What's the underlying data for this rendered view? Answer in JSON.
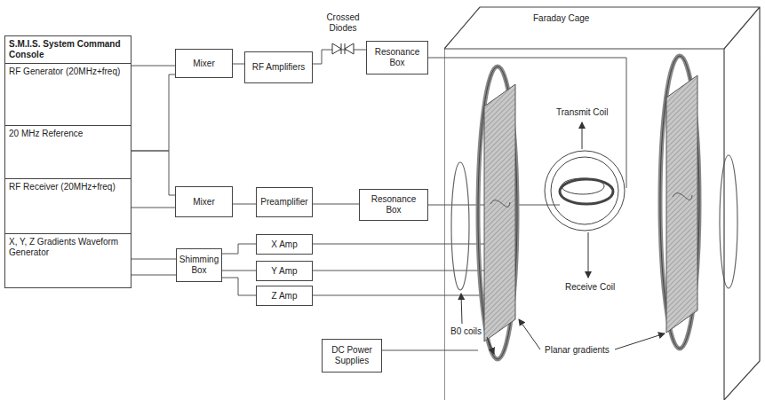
{
  "diagram": {
    "nodes": [
      {
        "text": [
          "S.M.I.S. System Command Console"
        ]
      },
      {
        "text": [
          "RF Generator (20MHz+freq)"
        ],
        "in": 0
      },
      {
        "text": [
          "20 MHz Reference"
        ],
        "in": 0
      },
      {
        "text": [
          "RF Receiver (20MHz+freq)"
        ],
        "in": 0
      },
      {
        "text": [
          "X, Y, Z Gradients Waveform Generator"
        ],
        "in": 0
      },
      {
        "text": [
          "Mixer"
        ]
      },
      {
        "text": [
          "RF Amplifiers"
        ]
      },
      {
        "text": [
          "Resonance Box"
        ]
      },
      {
        "text": [
          "Mixer"
        ]
      },
      {
        "text": [
          "Preamplifier"
        ]
      },
      {
        "text": [
          "Resonance Box"
        ]
      },
      {
        "text": [
          "Shimming Box"
        ]
      },
      {
        "text": [
          "X Amp"
        ]
      },
      {
        "text": [
          "Y Amp"
        ]
      },
      {
        "text": [
          "Z Amp"
        ]
      },
      {
        "text": [
          "DC Power Supplies"
        ]
      },
      {
        "text": [
          "Faraday Cage"
        ]
      }
    ],
    "edges": [
      {
        "from": 1,
        "to": 5,
        "arrow": "none"
      },
      {
        "from": 2,
        "to": 5,
        "arrow": "none"
      },
      {
        "from": 2,
        "to": 8,
        "arrow": "none"
      },
      {
        "from": 3,
        "to": 8,
        "arrow": "none"
      },
      {
        "from": 5,
        "to": 6,
        "arrow": "none"
      },
      {
        "from": 6,
        "to": 7,
        "label": "Crossed Diodes",
        "arrow": "none"
      },
      {
        "from": 8,
        "to": 9,
        "arrow": "none"
      },
      {
        "from": 9,
        "to": 10,
        "arrow": "none"
      },
      {
        "from": 4,
        "to": 11,
        "arrow": "none"
      },
      {
        "from": 11,
        "to": 12,
        "arrow": "none"
      },
      {
        "from": 11,
        "to": 13,
        "arrow": "none"
      },
      {
        "from": 11,
        "to": 14,
        "arrow": "none"
      },
      {
        "from": 12,
        "to": 16,
        "arrow": "none"
      },
      {
        "from": 13,
        "to": 16,
        "arrow": "none"
      },
      {
        "from": 14,
        "to": 16,
        "arrow": "none"
      },
      {
        "from": 15,
        "to": 16,
        "arrow": "none"
      },
      {
        "from": 7,
        "to": 16,
        "arrow": "none"
      },
      {
        "from": 10,
        "to": 16,
        "arrow": "none"
      }
    ],
    "labels": [
      "Transmit Coil",
      "Receive Coil",
      "B0 coils",
      "Planar gradients"
    ]
  }
}
